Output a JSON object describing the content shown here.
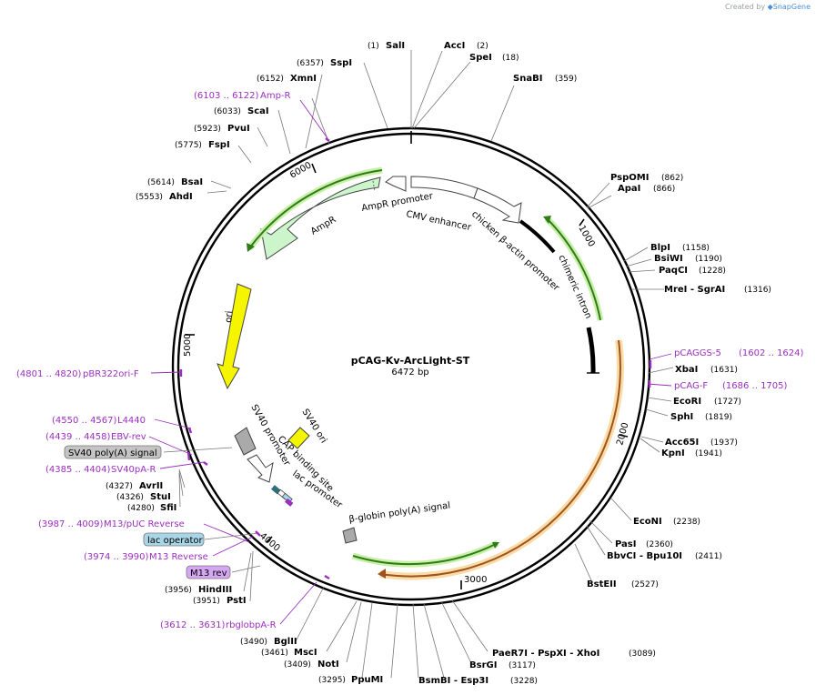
{
  "credit": {
    "prefix": "Created by",
    "brand": "SnapGene"
  },
  "plasmid": {
    "name": "pCAG-Kv-ArcLight-ST",
    "length": "6472 bp"
  },
  "ticks": [
    "1000",
    "2000",
    "3000",
    "4000",
    "5000",
    "6000"
  ],
  "enzymes": [
    {
      "name": "SalI",
      "pos": "(1)"
    },
    {
      "name": "AccI",
      "pos": "(2)"
    },
    {
      "name": "SpeI",
      "pos": "(18)"
    },
    {
      "name": "SnaBI",
      "pos": "(359)"
    },
    {
      "name": "PspOMI",
      "pos": "(862)"
    },
    {
      "name": "ApaI",
      "pos": "(866)"
    },
    {
      "name": "BlpI",
      "pos": "(1158)"
    },
    {
      "name": "BsiWI",
      "pos": "(1190)"
    },
    {
      "name": "PaqCI",
      "pos": "(1228)"
    },
    {
      "name": "MreI - SgrAI",
      "pos": "(1316)"
    },
    {
      "name": "XbaI",
      "pos": "(1631)"
    },
    {
      "name": "EcoRI",
      "pos": "(1727)"
    },
    {
      "name": "SphI",
      "pos": "(1819)"
    },
    {
      "name": "Acc65I",
      "pos": "(1937)"
    },
    {
      "name": "KpnI",
      "pos": "(1941)"
    },
    {
      "name": "EcoNI",
      "pos": "(2238)"
    },
    {
      "name": "PasI",
      "pos": "(2360)"
    },
    {
      "name": "BbvCI - Bpu10I",
      "pos": "(2411)"
    },
    {
      "name": "BstEII",
      "pos": "(2527)"
    },
    {
      "name": "PaeR7I - PspXI - XhoI",
      "pos": "(3089)"
    },
    {
      "name": "BsrGI",
      "pos": "(3117)"
    },
    {
      "name": "BsmBI - Esp3I",
      "pos": "(3228)"
    },
    {
      "name": "PpuMI",
      "pos": "(3295)"
    },
    {
      "name": "NotI",
      "pos": "(3409)"
    },
    {
      "name": "MscI",
      "pos": "(3461)"
    },
    {
      "name": "BglII",
      "pos": "(3490)"
    },
    {
      "name": "PstI",
      "pos": "(3951)"
    },
    {
      "name": "HindIII",
      "pos": "(3956)"
    },
    {
      "name": "SfiI",
      "pos": "(4280)"
    },
    {
      "name": "StuI",
      "pos": "(4326)"
    },
    {
      "name": "AvrII",
      "pos": "(4327)"
    },
    {
      "name": "AhdI",
      "pos": "(5553)"
    },
    {
      "name": "BsaI",
      "pos": "(5614)"
    },
    {
      "name": "FspI",
      "pos": "(5775)"
    },
    {
      "name": "PvuI",
      "pos": "(5923)"
    },
    {
      "name": "ScaI",
      "pos": "(6033)"
    },
    {
      "name": "XmnI",
      "pos": "(6152)"
    },
    {
      "name": "SspI",
      "pos": "(6357)"
    }
  ],
  "primers": [
    {
      "name": "pCAGGS-5",
      "range": "(1602 .. 1624)"
    },
    {
      "name": "pCAG-F",
      "range": "(1686 .. 1705)"
    },
    {
      "name": "rbglobpA-R",
      "range": "(3612 .. 3631)"
    },
    {
      "name": "M13 Reverse",
      "range": "(3974 .. 3990)"
    },
    {
      "name": "M13/pUC Reverse",
      "range": "(3987 .. 4009)"
    },
    {
      "name": "SV40pA-R",
      "range": "(4385 .. 4404)"
    },
    {
      "name": "EBV-rev",
      "range": "(4439 .. 4458)"
    },
    {
      "name": "L4440",
      "range": "(4550 .. 4567)"
    },
    {
      "name": "pBR322ori-F",
      "range": "(4801 .. 4820)"
    },
    {
      "name": "Amp-R",
      "range": "(6103 .. 6122)"
    }
  ],
  "boxed": [
    "SV40 poly(A) signal",
    "lac operator",
    "M13 rev"
  ],
  "features": [
    "AmpR promoter",
    "CMV enhancer",
    "chicken β-actin promoter",
    "chimeric intron",
    "AmpR",
    "ori",
    "SV40 ori",
    "SV40 promoter",
    "CAP binding site",
    "lac promoter",
    "β-globin poly(A) signal"
  ],
  "colors": {
    "ampr": "#ccf5cc",
    "ori": "#f5f500",
    "primer": "#9b2fbf",
    "orf_outline": "#2f7b1a",
    "orf_glow": "#c8f0a6",
    "insert_outline": "#a0521d",
    "insert_glow": "#f9dca7",
    "lac_operator": "#a9d6e6",
    "sv40_polya": "#c4c4c4",
    "m13_rev": "#d5a6f1"
  }
}
